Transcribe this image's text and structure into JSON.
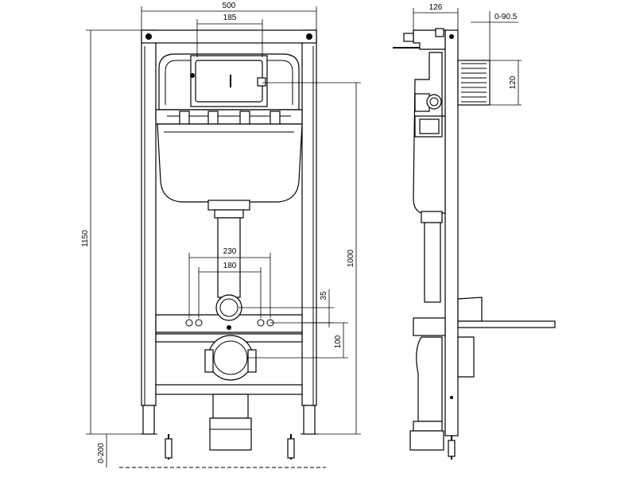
{
  "dimensions": {
    "frame_width": "500",
    "cistern_width": "185",
    "total_height": "1150",
    "flush_height": "1000",
    "bolt_spacing_outer": "230",
    "bolt_spacing_inner": "180",
    "inlet_offset": "35",
    "outlet_offset": "100",
    "leg_adjust": "0-200",
    "depth": "126",
    "wall_adjust": "0-90.5",
    "box_height": "120"
  }
}
